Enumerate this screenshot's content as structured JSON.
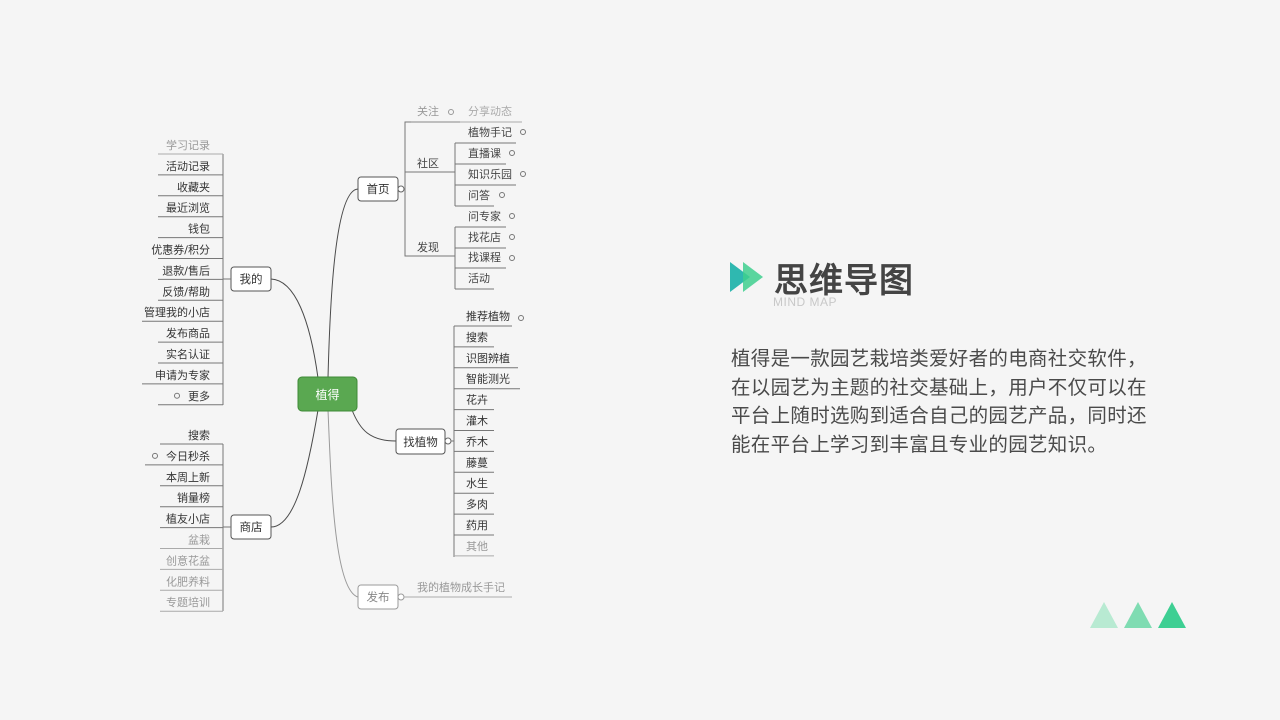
{
  "mindmap": {
    "root": "植得",
    "branches": [
      {
        "label": "首页",
        "children": [
          {
            "label": "关注",
            "children": [
              "分享动态"
            ]
          },
          {
            "label": "社区",
            "children": [
              "植物手记",
              "直播课",
              "知识乐园",
              "问答"
            ]
          },
          {
            "label": "发现",
            "children": [
              "问专家",
              "找花店",
              "找课程",
              "活动"
            ]
          }
        ]
      },
      {
        "label": "找植物",
        "children": [
          "推荐植物",
          "搜索",
          "识图辨植",
          "智能测光",
          "花卉",
          "灌木",
          "乔木",
          "藤蔓",
          "水生",
          "多肉",
          "药用",
          "其他"
        ]
      },
      {
        "label": "发布",
        "children": [
          "我的植物成长手记"
        ]
      },
      {
        "label": "我的",
        "children": [
          "学习记录",
          "活动记录",
          "收藏夹",
          "最近浏览",
          "钱包",
          "优惠券/积分",
          "退款/售后",
          "反馈/帮助",
          "管理我的小店",
          "发布商品",
          "实名认证",
          "申请为专家",
          "更多"
        ]
      },
      {
        "label": "商店",
        "children": [
          "搜索",
          "今日秒杀",
          "本周上新",
          "销量榜",
          "植友小店",
          "盆栽",
          "创意花盆",
          "化肥养料",
          "专题培训"
        ]
      }
    ]
  },
  "heading": {
    "title": "思维导图",
    "subtitle": "MIND MAP"
  },
  "description": "植得是一款园艺栽培类爱好者的电商社交软件，在以园艺为主题的社交基础上，用户不仅可以在平台上随时选购到适合自己的园艺产品，同时还能在平台上学习到丰富且专业的园艺知识。",
  "colors": {
    "root_fill": "#5aa851",
    "accent_green": "#3ecf8e",
    "accent_teal": "#2fb8b0",
    "tri_light": "#b8ead2",
    "tri_mid": "#7fdcb2",
    "tri_dark": "#3ecf93"
  }
}
